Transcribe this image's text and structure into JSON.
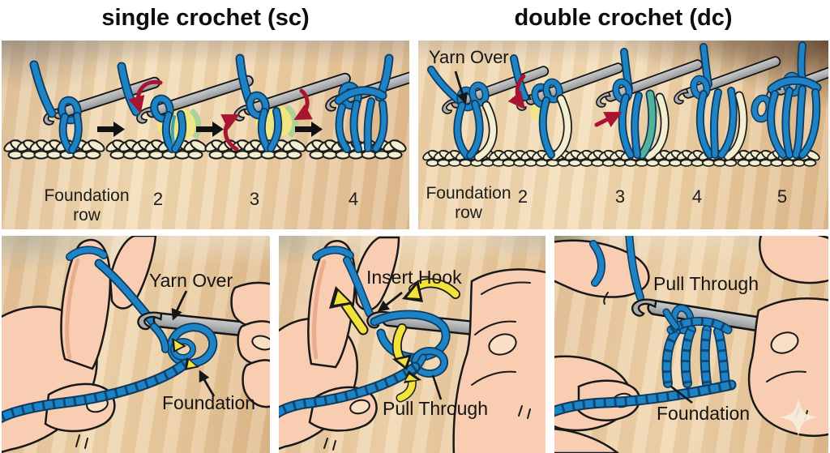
{
  "header": {
    "left_title": "single crochet (sc)",
    "right_title": "double crochet (dc)"
  },
  "sc_panel": {
    "step_labels": [
      "Foundation row",
      "2",
      "3",
      "4"
    ]
  },
  "dc_panel": {
    "yarn_over_label": "Yarn Over",
    "step_labels": [
      "Foundation row",
      "2",
      "3",
      "4",
      "5"
    ]
  },
  "photo_steps": {
    "yarn_over": {
      "label_top": "Yarn Over",
      "label_bottom": "Foundation"
    },
    "insert_hook": {
      "label_top": "Insert Hook",
      "label_bottom": "Pull Through"
    },
    "pull_through": {
      "label_top": "Pull Through",
      "label_bottom": "Foundation"
    }
  },
  "colors": {
    "yarn_blue": "#1d83c5",
    "yarn_outline": "#0d3a5e",
    "chain_cream": "#f3eecf",
    "hook_gray": "#aeb0b2",
    "wood_tan": "#ecd0a8",
    "arrow_red": "#a91431",
    "arrow_yellow": "#f2e33a",
    "skin": "#f8cdb2",
    "text": "#161616"
  },
  "icons": {
    "watermark": "sparkle-icon",
    "step_arrow": "right-arrow-icon"
  }
}
